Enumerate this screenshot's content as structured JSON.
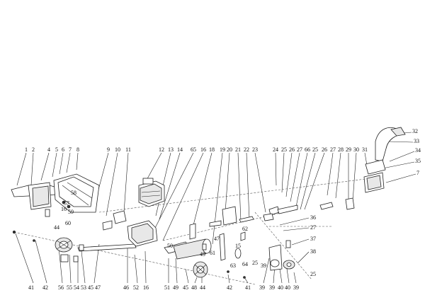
{
  "diagram": {
    "top_labels": [
      "1",
      "2",
      "4",
      "5",
      "6",
      "7",
      "8",
      "9",
      "10",
      "11",
      "12",
      "13",
      "14",
      "65",
      "16",
      "18",
      "19",
      "20",
      "21",
      "22",
      "23",
      "24",
      "25",
      "26",
      "27",
      "66",
      "25",
      "26",
      "27",
      "28",
      "29",
      "30",
      "31"
    ],
    "right_labels": [
      "32",
      "33",
      "34",
      "35",
      "7",
      "36",
      "27",
      "37",
      "38",
      "25"
    ],
    "middle_labels": [
      "58",
      "57",
      "16",
      "59",
      "60",
      "44",
      "62",
      "47",
      "15",
      "50",
      "49",
      "61",
      "63",
      "64",
      "25",
      "39"
    ],
    "bottom_labels": [
      "41",
      "42",
      "56",
      "55",
      "54",
      "53",
      "45",
      "47",
      "46",
      "52",
      "16",
      "51",
      "49",
      "45",
      "48",
      "44",
      "42",
      "41",
      "39",
      "39",
      "40",
      "40",
      "39"
    ]
  }
}
